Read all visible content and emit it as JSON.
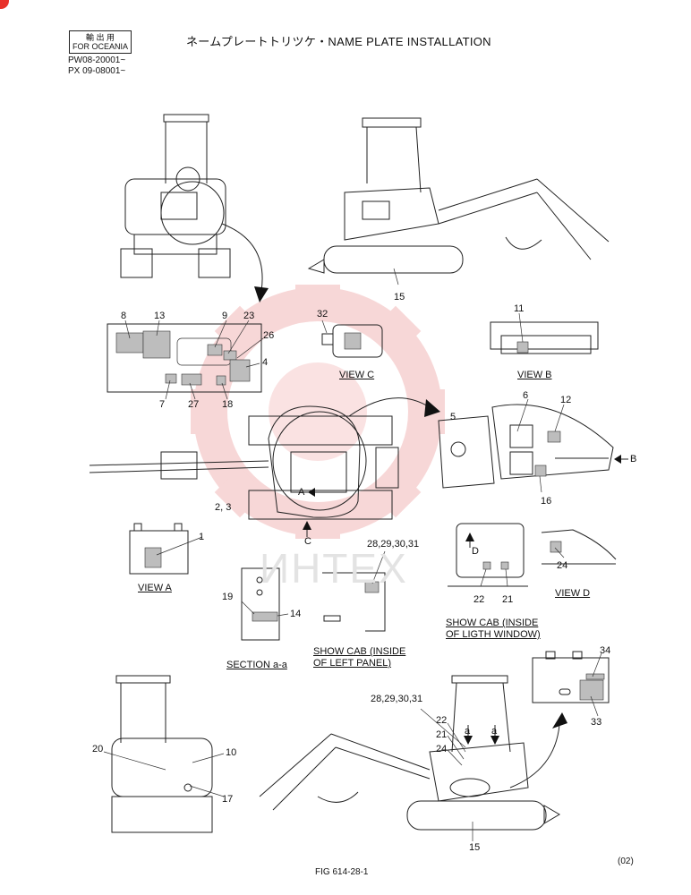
{
  "header": {
    "title": "ネームプレートトリツケ・NAME PLATE INSTALLATION",
    "box_line1": "輸 出 用",
    "box_line2": "FOR OCEANIA",
    "serial1": "PW08-20001~",
    "serial2": "PX 09-08001~"
  },
  "views": {
    "view_a": "VIEW A",
    "view_b": "VIEW B",
    "view_c": "VIEW C",
    "view_d": "VIEW D",
    "section": "SECTION a-a",
    "show_cab_left_1": "SHOW CAB (INSIDE",
    "show_cab_left_2": "OF LEFT PANEL)",
    "show_cab_window_1": "SHOW CAB (INSIDE",
    "show_cab_window_2": "OF LIGTH WINDOW)"
  },
  "markers": {
    "a_top": "A",
    "b_side": "B",
    "c_bottom": "C",
    "d_cab": "D",
    "a_sec1": "a",
    "a_sec2": "a"
  },
  "callouts": {
    "c1": "1",
    "c2_3": "2, 3",
    "c4": "4",
    "c5": "5",
    "c6": "6",
    "c7": "7",
    "c8": "8",
    "c9": "9",
    "c10": "10",
    "c11": "11",
    "c12": "12",
    "c13": "13",
    "c14": "14",
    "c15a": "15",
    "c15b": "15",
    "c16": "16",
    "c17": "17",
    "c18": "18",
    "c19": "19",
    "c20": "20",
    "c21a": "21",
    "c21b": "21",
    "c22a": "22",
    "c22b": "22",
    "c23": "23",
    "c24a": "24",
    "c24b": "24",
    "c26": "26",
    "c27": "27",
    "c28_31a": "28,29,30,31",
    "c28_31b": "28,29,30,31",
    "c32": "32",
    "c33": "33",
    "c34": "34"
  },
  "footer": {
    "fig": "FIG  614-28-1",
    "rev": "(02)"
  },
  "watermark": "ИНТЕХ",
  "colors": {
    "watermark": "#f2b7b7",
    "corner_mark": "#e8322b",
    "plate_fill": "#bdbdbd"
  }
}
